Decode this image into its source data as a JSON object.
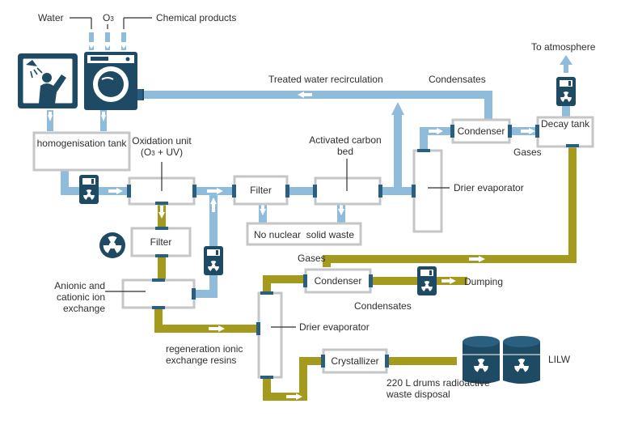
{
  "inputs": {
    "water": "Water",
    "ozone": "O",
    "ozone_sub": "3",
    "chemicals": "Chemical products"
  },
  "units": {
    "homogenisation_tank": "homogenisation tank",
    "oxidation_unit_l1": "Oxidation unit",
    "oxidation_unit_l2_a": "(O",
    "oxidation_unit_l2_sub": "3",
    "oxidation_unit_l2_b": " + UV)",
    "filter_top": "Filter",
    "filter_left": "Filter",
    "activated_carbon_bed": "Activated carbon bed",
    "no_nuclear_solid_waste": "No nuclear  solid waste",
    "condenser_top": "Condenser",
    "decay_tank": "Decay tank",
    "drier_evaporator_top": "Drier evaporator",
    "anionic_cationic": "Anionic and cationic ion exchange",
    "condenser_bottom": "Condenser",
    "drier_evaporator_bottom": "Drier evaporator",
    "crystallizer": "Crystallizer"
  },
  "flows": {
    "treated_water_recirculation": "Treated water recirculation",
    "condensates_top": "Condensates",
    "to_atmosphere": "To atmosphere",
    "gases_top": "Gases",
    "gases_bottom": "Gases",
    "condensates_bottom": "Condensates",
    "dumping": "Dumping",
    "regeneration_resins": "regeneration ionic exchange resins",
    "drums": "220 L drums radioactive waste disposal",
    "lilw": "LILW"
  },
  "colors": {
    "water_pipe": "#8fbcdb",
    "waste_pipe": "#a39a1e",
    "navy": "#1e4a63",
    "box_border": "#c5c6c8",
    "text": "#2e2e2e"
  },
  "icons": [
    "shower-icon",
    "washing-machine-icon",
    "radiation-monitor-icon",
    "radiation-symbol-icon",
    "waste-drum-icon"
  ]
}
